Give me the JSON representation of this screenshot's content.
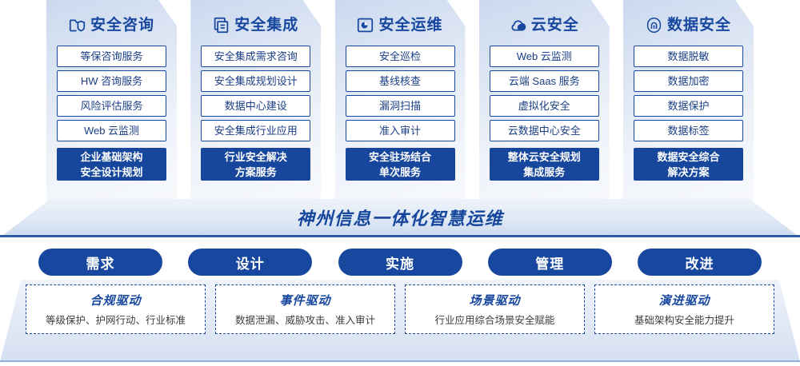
{
  "columns": [
    {
      "icon": "folder-shield-icon",
      "title": "安全咨询",
      "items": [
        "等保咨询服务",
        "HW 咨询服务",
        "风险评估服务",
        "Web 云监测"
      ],
      "primary": [
        "企业基础架构",
        "安全设计规划"
      ]
    },
    {
      "icon": "documents-stack-icon",
      "title": "安全集成",
      "items": [
        "安全集成需求咨询",
        "安全集成规划设计",
        "数据中心建设",
        "安全集成行业应用"
      ],
      "primary": [
        "行业安全解决",
        "方案服务"
      ]
    },
    {
      "icon": "monitor-chart-icon",
      "title": "安全运维",
      "items": [
        "安全巡检",
        "基线核查",
        "漏洞扫描",
        "准入审计"
      ],
      "primary": [
        "安全驻场结合",
        "单次服务"
      ]
    },
    {
      "icon": "cloud-icon",
      "title": "云安全",
      "items": [
        "Web 云监测",
        "云端 Saas 服务",
        "虚拟化安全",
        "云数据中心安全"
      ],
      "primary": [
        "整体云安全规划",
        "集成服务"
      ]
    },
    {
      "icon": "fingerprint-icon",
      "title": "数据安全",
      "items": [
        "数据脱敏",
        "数据加密",
        "数据保护",
        "数据标签"
      ],
      "primary": [
        "数据安全综合",
        "解决方案"
      ]
    }
  ],
  "banner": {
    "text": "神州信息一体化智慧运维"
  },
  "pills": [
    {
      "label": "需求"
    },
    {
      "label": "设计"
    },
    {
      "label": "实施"
    },
    {
      "label": "管理"
    },
    {
      "label": "改进"
    }
  ],
  "drivers": [
    {
      "title": "合规驱动",
      "desc": "等级保护、护网行动、行业标准"
    },
    {
      "title": "事件驱动",
      "desc": "数据泄漏、威胁攻击、准入审计"
    },
    {
      "title": "场景驱动",
      "desc": "行业应用综合场景安全赋能"
    },
    {
      "title": "演进驱动",
      "desc": "基础架构安全能力提升"
    }
  ],
  "colors": {
    "brand_blue": "#17479e",
    "primary_fill": "#16479d",
    "card_gradient_start": "#ccd9ee",
    "card_gradient_end": "#f7f9fc"
  }
}
